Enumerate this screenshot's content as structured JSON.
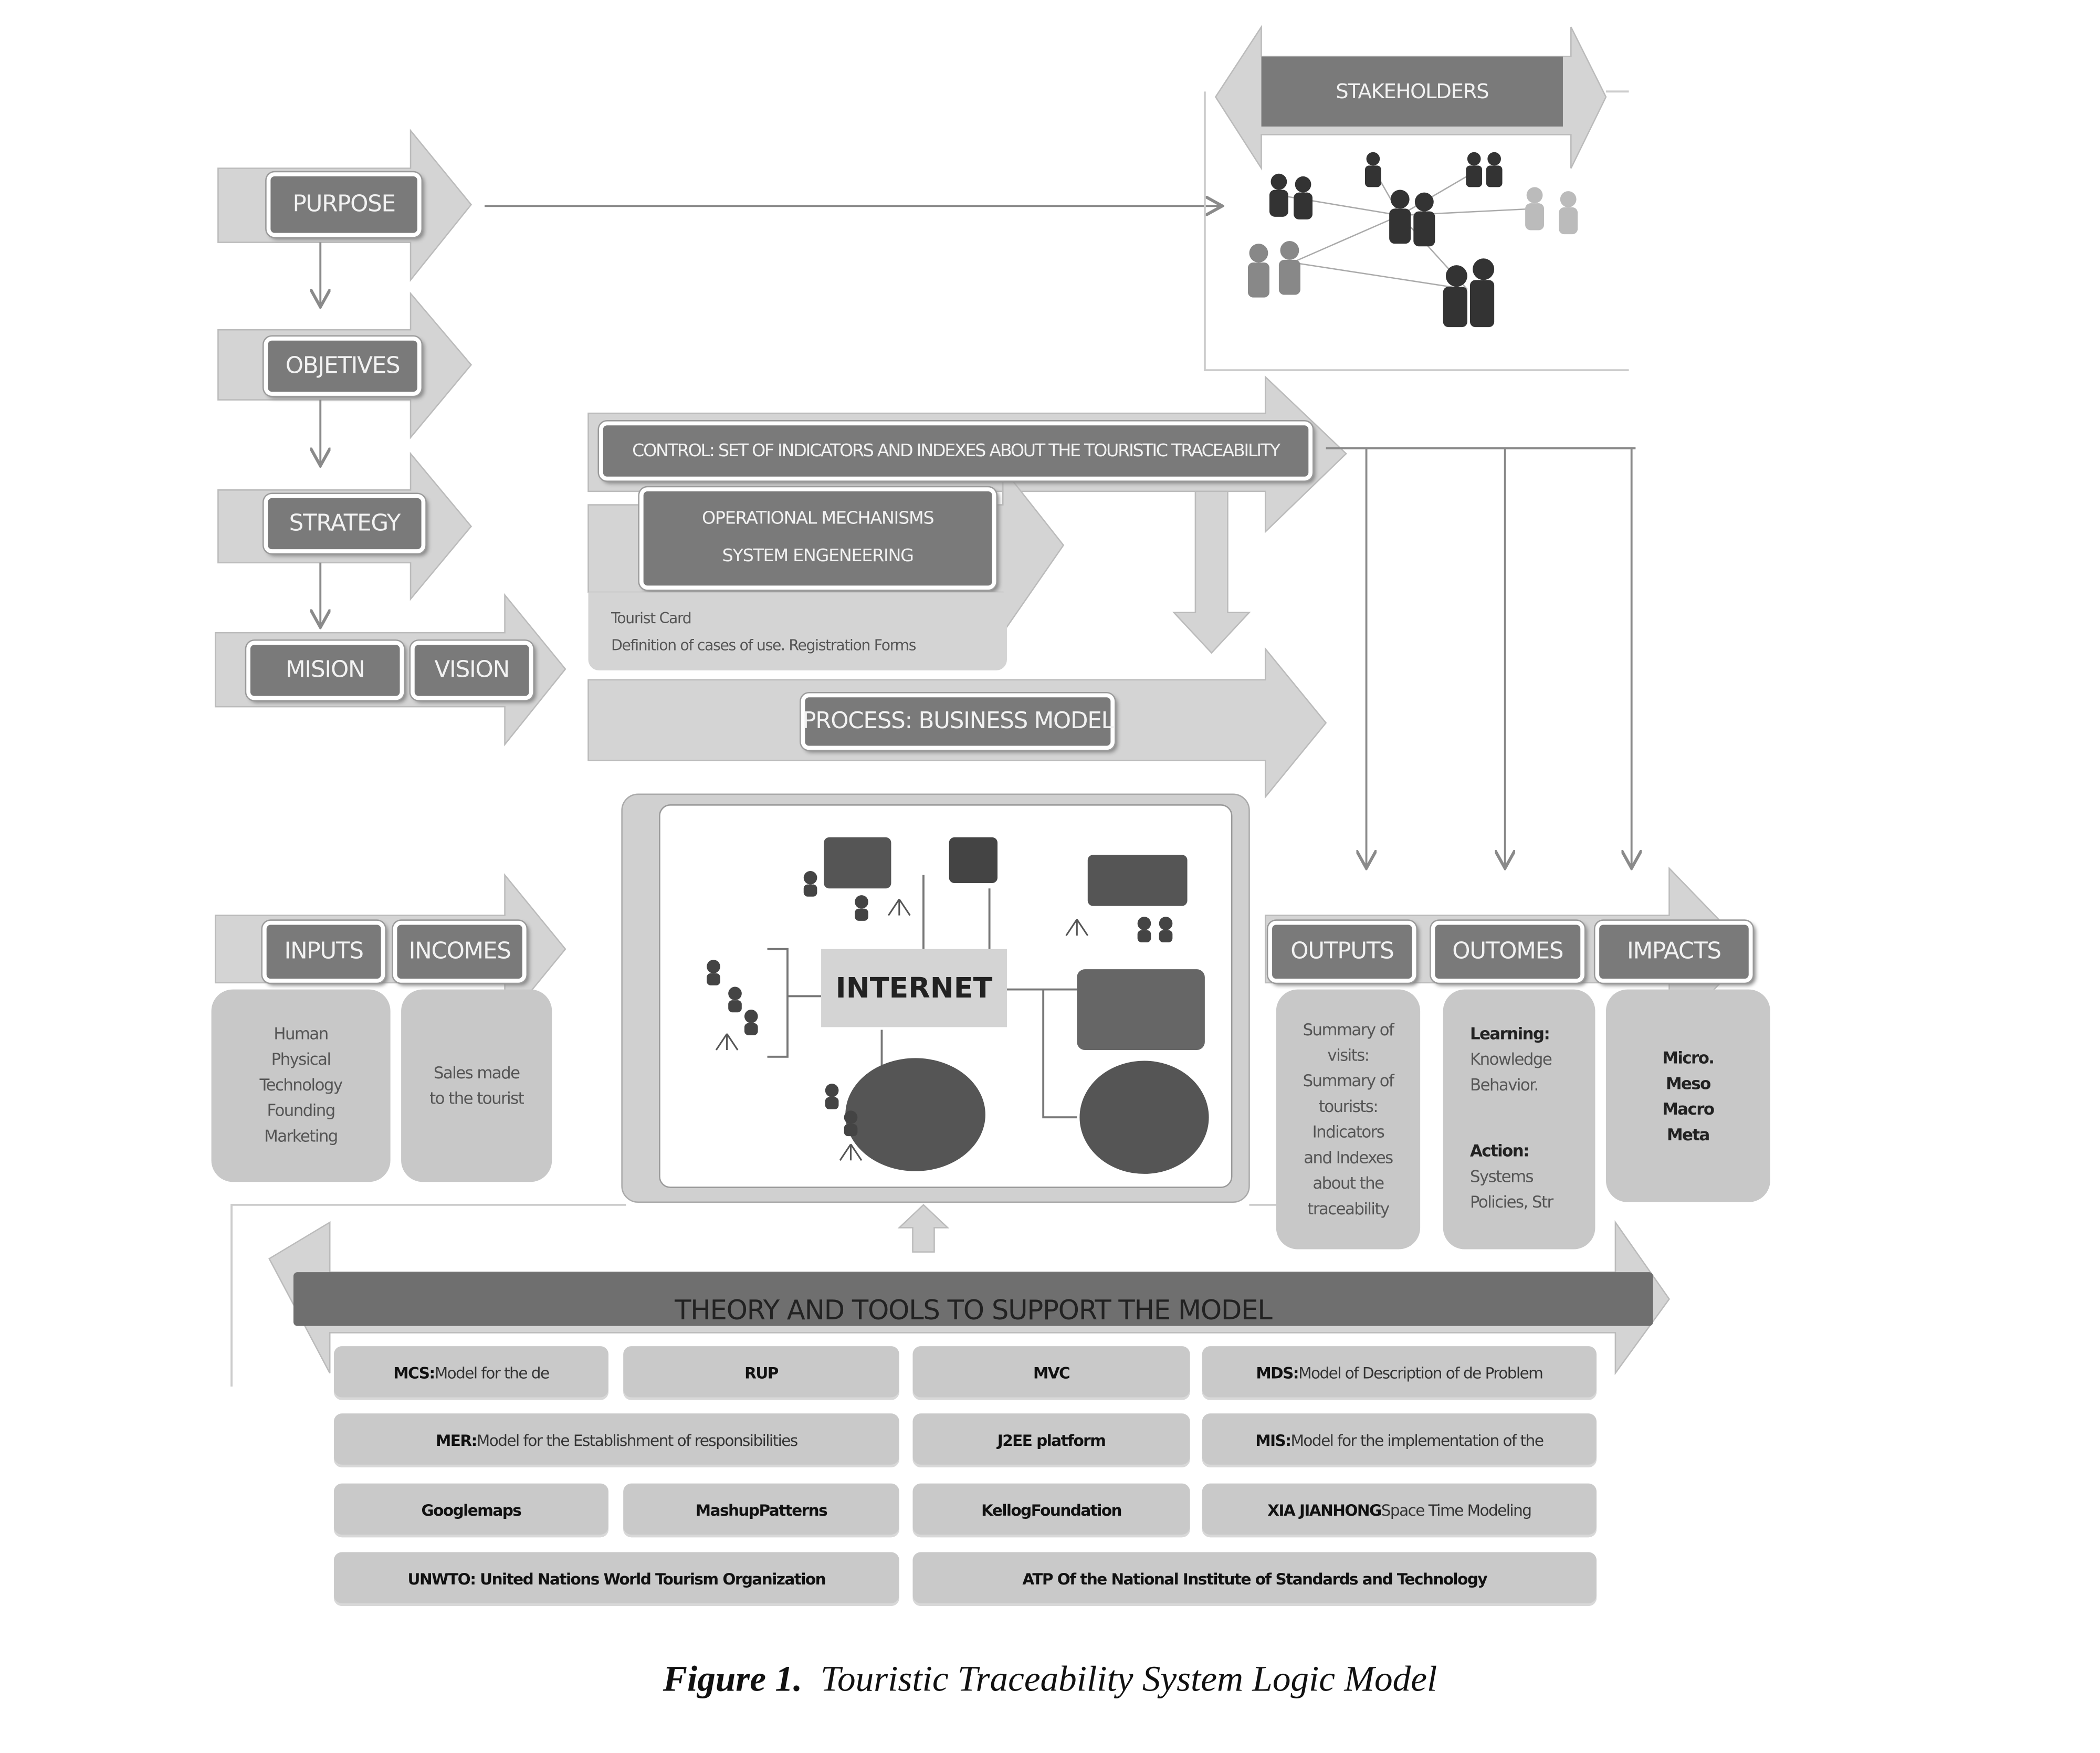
{
  "left_chain": {
    "purpose": "PURPOSE",
    "objectives": "OBJETIVES",
    "strategy": "STRATEGY",
    "mision": "MISION",
    "vision": "VISION"
  },
  "stakeholders": {
    "label": "STAKEHOLDERS",
    "icon": "people-network-icon"
  },
  "control": {
    "label": "CONTROL: SET OF INDICATORS AND INDEXES ABOUT THE TOURISTIC TRACEABILITY"
  },
  "operational": {
    "line1": "OPERATIONAL MECHANISMS",
    "line2": "SYSTEM ENGENEERING",
    "detail1": "Tourist Card",
    "detail2": "Definition of cases of use.  Registration Forms"
  },
  "process": {
    "label": "PROCESS: BUSINESS MODEL"
  },
  "internet": {
    "label": "INTERNET",
    "icons": [
      "users-icon",
      "computer-scene-icon",
      "network-hierarchy-icon"
    ]
  },
  "inputs": {
    "inputs_label": "INPUTS",
    "incomes_label": "INCOMES",
    "inputs_items": [
      "Human",
      "Physical",
      "Technology",
      "Founding",
      "Marketing"
    ],
    "incomes_text": [
      "Sales made",
      "to the tourist"
    ]
  },
  "results": {
    "outputs_label": "OUTPUTS",
    "outcomes_label": "OUTOMES",
    "impacts_label": "IMPACTS",
    "outputs_items": [
      "Summary of",
      "visits:",
      "Summary of",
      "tourists:",
      "Indicators",
      "and Indexes",
      "about the",
      "traceability"
    ],
    "outcomes_learning_title": "Learning:",
    "outcomes_learning": [
      "Knowledge",
      "Behavior."
    ],
    "outcomes_action_title": "Action:",
    "outcomes_action": [
      "Systems",
      "Policies, Str"
    ],
    "impacts_items": [
      "Micro.",
      "Meso",
      "Macro",
      "Meta"
    ]
  },
  "theory": {
    "label": "THEORY  AND TOOLS TO SUPPORT THE MODEL",
    "tools": [
      {
        "bold": "MCS:",
        "text": " Model for the de"
      },
      {
        "bold": "RUP",
        "text": ""
      },
      {
        "bold": "MVC",
        "text": ""
      },
      {
        "bold": "MDS:",
        "text": "Model  of  Description of  de Problem"
      },
      {
        "bold": "MER:",
        "text": " Model  for the Establishment of responsibilities"
      },
      {
        "bold": "J2EE platform",
        "text": ""
      },
      {
        "bold": "MIS:",
        "text": " Model  for the implementation of the"
      },
      {
        "bold": "Googlemaps",
        "text": ""
      },
      {
        "bold": "MashupPatterns",
        "text": ""
      },
      {
        "bold": "KellogFoundation",
        "text": ""
      },
      {
        "bold": "XIA JIANHONG",
        "text": " Space Time Modeling"
      },
      {
        "bold": "UNWTO: United Nations World Tourism Organization",
        "text": ""
      },
      {
        "bold": "ATP Of the National Institute of Standards and Technology",
        "text": ""
      }
    ]
  },
  "caption": {
    "figure": "Figure 1.",
    "title": "Touristic Traceability System Logic Model"
  },
  "colors": {
    "dark_box": "#7a7a7a",
    "light_arrow": "#d4d4d4",
    "light_box": "#c8c8c8",
    "line": "#8a8a8a"
  }
}
